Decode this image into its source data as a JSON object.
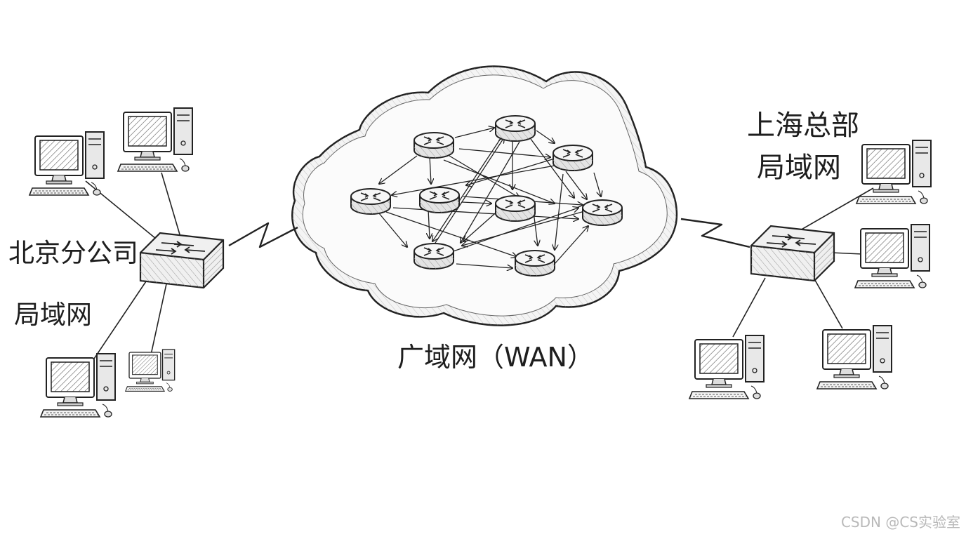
{
  "labels": {
    "beijing_line1": "北京分公司",
    "beijing_line2": "局域网",
    "shanghai_line1": "上海总部",
    "shanghai_line2": "局域网",
    "wan": "广域网（WAN）"
  },
  "watermark": "CSDN @CS实验室",
  "colors": {
    "ink": "#1e1e1e",
    "background": "#ffffff",
    "watermark": "#b9b9b9"
  },
  "icons": {
    "computer": "desktop-computer-icon",
    "switch": "network-switch-icon",
    "router": "router-icon",
    "cloud": "cloud-icon",
    "link": "lightning-link-icon"
  }
}
